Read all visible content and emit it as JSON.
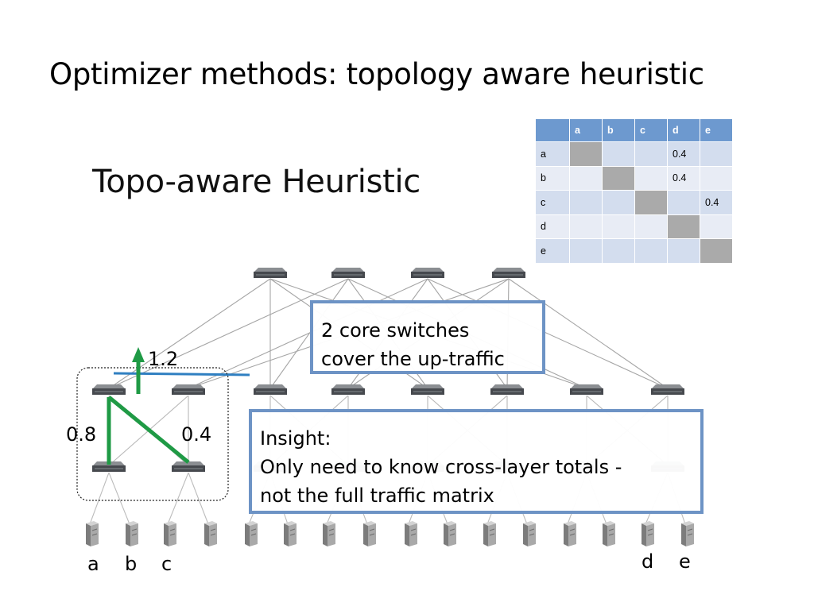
{
  "slide": {
    "title": "Optimizer methods: topology aware heuristic"
  },
  "diagram": {
    "heading": "Topo-aware Heuristic",
    "traffic_matrix": {
      "columns": [
        "a",
        "b",
        "c",
        "d",
        "e"
      ],
      "rows": [
        {
          "label": "a",
          "cells": [
            "",
            "",
            "",
            "0.4",
            ""
          ],
          "diag": 0
        },
        {
          "label": "b",
          "cells": [
            "",
            "",
            "",
            "0.4",
            ""
          ],
          "diag": 1
        },
        {
          "label": "c",
          "cells": [
            "",
            "",
            "",
            "",
            "0.4"
          ],
          "diag": 2
        },
        {
          "label": "d",
          "cells": [
            "",
            "",
            "",
            "",
            ""
          ],
          "diag": 3
        },
        {
          "label": "e",
          "cells": [
            "",
            "",
            "",
            "",
            ""
          ],
          "diag": 4
        }
      ]
    },
    "flows": {
      "up_total": "1.2",
      "left_link": "0.8",
      "right_link": "0.4"
    },
    "callouts": {
      "core": {
        "lines": [
          "2 core switches",
          "cover the up-traffic"
        ]
      },
      "insight": {
        "lines": [
          "Insight:",
          "Only need to know cross-layer totals -",
          "not the full traffic matrix"
        ]
      }
    },
    "host_labels": {
      "a": "a",
      "b": "b",
      "c": "c",
      "d": "d",
      "e": "e"
    },
    "colors": {
      "flow_line": "#1f9a45",
      "cut_line": "#2f7fc1",
      "callout_border": "#6d93c5",
      "matrix_header": "#6d99cf",
      "diagonal_cell": "#aaaaaa"
    }
  }
}
